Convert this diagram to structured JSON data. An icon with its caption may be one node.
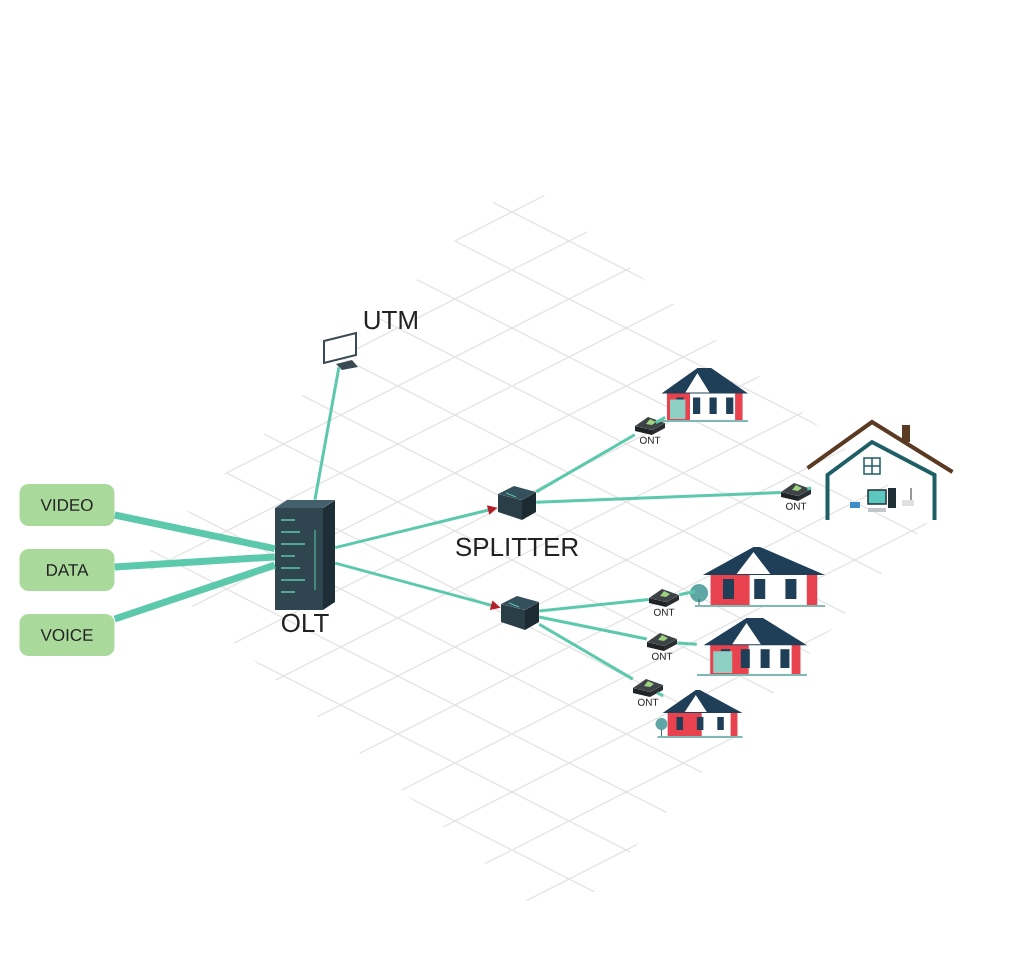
{
  "diagram": {
    "nodes": [
      {
        "text": [
          "VIDEO"
        ]
      },
      {
        "text": [
          "DATA"
        ]
      },
      {
        "text": [
          "VOICE"
        ]
      },
      {
        "text": [
          "OLT"
        ]
      },
      {
        "text": [
          "UTM"
        ]
      },
      {
        "text": [
          "SPLITTER"
        ]
      },
      {
        "text": [],
        "shape": "picture"
      },
      {
        "text": [
          "ONT"
        ]
      },
      {
        "text": [],
        "shape": "picture"
      },
      {
        "text": [
          "ONT"
        ]
      },
      {
        "text": [],
        "shape": "picture"
      },
      {
        "text": [
          "ONT"
        ]
      },
      {
        "text": [],
        "shape": "picture"
      },
      {
        "text": [
          "ONT"
        ]
      },
      {
        "text": [],
        "shape": "picture"
      },
      {
        "text": [
          "ONT"
        ]
      },
      {
        "text": [],
        "shape": "picture"
      }
    ],
    "edges": [
      {
        "from": 0,
        "to": 3,
        "arrow": "none",
        "style": "thick"
      },
      {
        "from": 1,
        "to": 3,
        "arrow": "none",
        "style": "thick"
      },
      {
        "from": 2,
        "to": 3,
        "arrow": "none",
        "style": "thick"
      },
      {
        "from": 3,
        "to": 4,
        "arrow": "none"
      },
      {
        "from": 3,
        "to": 5,
        "arrow": "to"
      },
      {
        "from": 3,
        "to": 6,
        "arrow": "to"
      },
      {
        "from": 5,
        "to": 7,
        "arrow": "none"
      },
      {
        "from": 7,
        "to": 8,
        "arrow": "none"
      },
      {
        "from": 5,
        "to": 9,
        "arrow": "none"
      },
      {
        "from": 9,
        "to": 10,
        "arrow": "none"
      },
      {
        "from": 6,
        "to": 11,
        "arrow": "none"
      },
      {
        "from": 11,
        "to": 12,
        "arrow": "none"
      },
      {
        "from": 6,
        "to": 13,
        "arrow": "none"
      },
      {
        "from": 13,
        "to": 14,
        "arrow": "none"
      },
      {
        "from": 6,
        "to": 15,
        "arrow": "none"
      },
      {
        "from": 15,
        "to": 16,
        "arrow": "none"
      }
    ]
  }
}
